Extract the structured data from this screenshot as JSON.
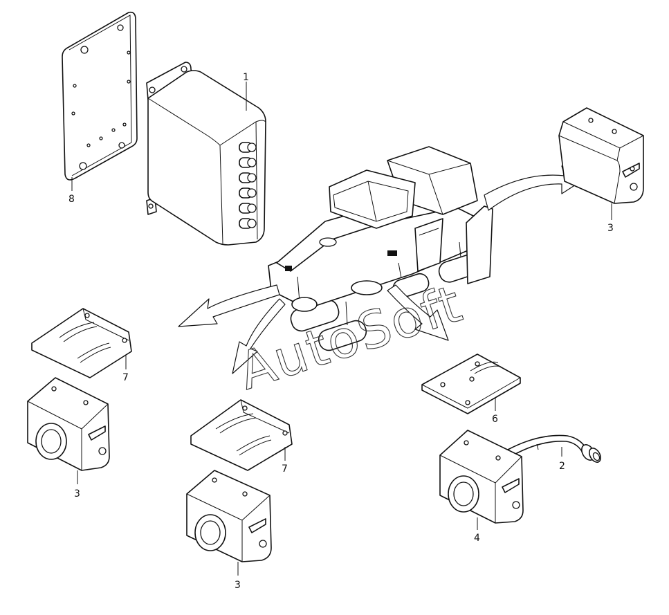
{
  "callouts": [
    {
      "id": "c1",
      "text": "1"
    },
    {
      "id": "c2",
      "text": "2"
    },
    {
      "id": "c3a",
      "text": "3"
    },
    {
      "id": "c3b",
      "text": "3"
    },
    {
      "id": "c3c",
      "text": "3"
    },
    {
      "id": "c4",
      "text": "4"
    },
    {
      "id": "c6",
      "text": "6"
    },
    {
      "id": "c7a",
      "text": "7"
    },
    {
      "id": "c7b",
      "text": "7"
    },
    {
      "id": "c8",
      "text": "8"
    }
  ],
  "watermark": "AutoSoft",
  "icons": {
    "control_box": "junction-box-icon",
    "camera": "camera-icon",
    "machine": "road-milling-machine-icon"
  }
}
